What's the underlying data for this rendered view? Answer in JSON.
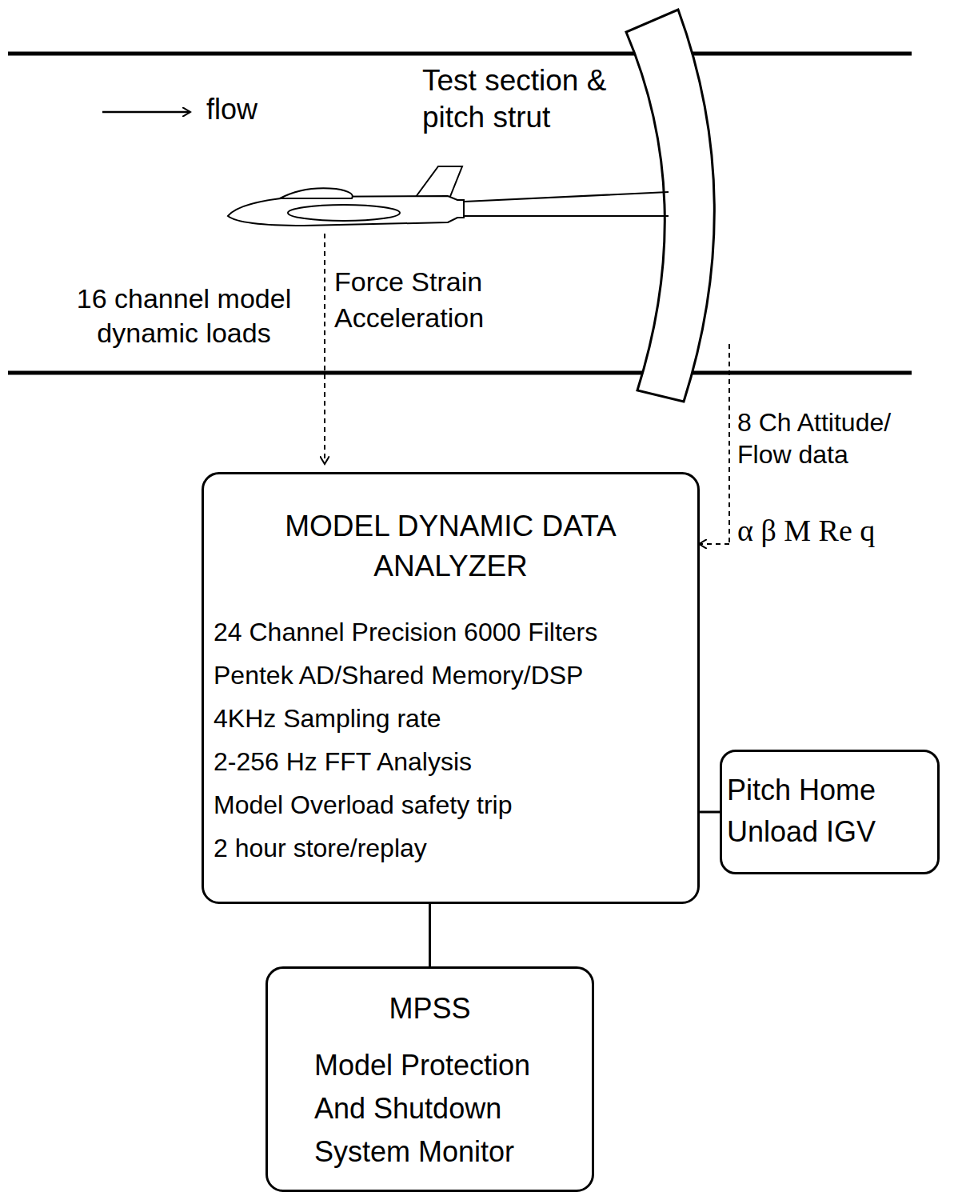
{
  "diagram": {
    "nodes": [
      {
        "text": [
          "MODEL DYNAMIC DATA ANALYZER",
          "24 Channel Precision 6000 Filters",
          "Pentek AD/Shared Memory/DSP",
          "4KHz Sampling rate",
          "2-256 Hz FFT Analysis",
          "Model Overload safety trip",
          "2 hour store/replay"
        ]
      },
      {
        "text": [
          "Pitch Home Unload IGV"
        ]
      },
      {
        "text": [
          "MPSS",
          "Model Protection And Shutdown System Monitor"
        ]
      }
    ],
    "edges": [
      {
        "from": 0,
        "to": 1,
        "arrow": "none"
      },
      {
        "from": 0,
        "to": 2,
        "arrow": "none"
      }
    ],
    "labels": [
      "flow",
      "Test section & pitch strut",
      "16 channel model dynamic loads",
      "Force Strain Acceleration",
      "8 Ch Attitude/ Flow data",
      "α β M Re q"
    ]
  }
}
